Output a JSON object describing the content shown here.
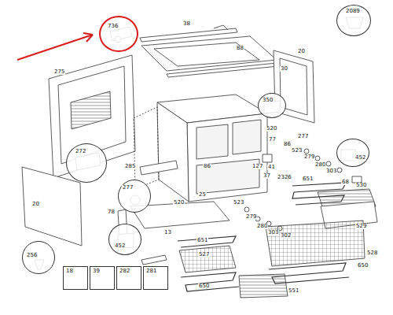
{
  "diagram": {
    "nodes": [
      {
        "text": [
          "736"
        ]
      },
      {
        "text": [
          "2089"
        ]
      },
      {
        "text": [
          "350"
        ]
      },
      {
        "text": [
          "452"
        ]
      },
      {
        "text": [
          "272"
        ]
      },
      {
        "text": [
          "277"
        ]
      },
      {
        "text": [
          "452"
        ]
      },
      {
        "text": [
          "256"
        ]
      },
      {
        "text": [
          "18"
        ]
      },
      {
        "text": [
          "39"
        ]
      },
      {
        "text": [
          "282"
        ]
      },
      {
        "text": [
          "281"
        ]
      }
    ],
    "labels": [
      "38",
      "88",
      "30",
      "20",
      "275",
      "520",
      "77",
      "86",
      "277",
      "523",
      "279",
      "280",
      "303",
      "127",
      "41",
      "37",
      "2326",
      "651",
      "68",
      "530",
      "285",
      "86",
      "25",
      "20",
      "520",
      "523",
      "279",
      "280",
      "303",
      "302",
      "78",
      "13",
      "529",
      "651",
      "527",
      "528",
      "650",
      "650",
      "551"
    ]
  }
}
